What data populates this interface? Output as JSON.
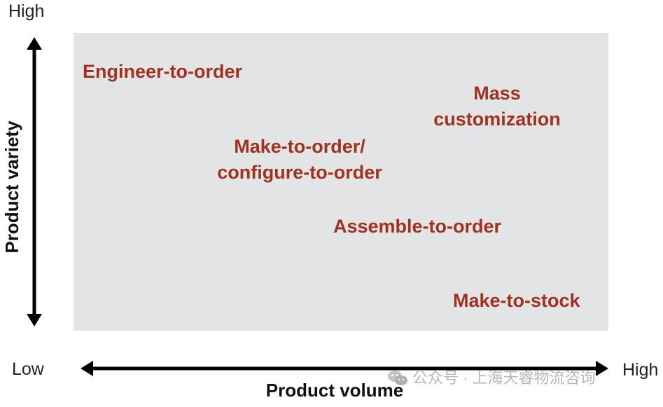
{
  "axes": {
    "y_high_label": "High",
    "y_title": "Product variety",
    "x_low_label": "Low",
    "x_high_label": "High",
    "x_title": "Product volume"
  },
  "strategies": {
    "engineer_to_order": "Engineer-to-order",
    "mass_customization_line1": "Mass",
    "mass_customization_line2": "customization",
    "make_to_order_line1": "Make-to-order/",
    "make_to_order_line2": "configure-to-order",
    "assemble_to_order": "Assemble-to-order",
    "make_to_stock": "Make-to-stock"
  },
  "watermark": {
    "text": "公众号 · 上海天睿物流咨询",
    "icon": "wechat-icon"
  },
  "colors": {
    "panel_background": "#e3e4e6",
    "strategy_text": "#a0321f",
    "axis_text": "#111111",
    "watermark": "#b8b8b8"
  }
}
